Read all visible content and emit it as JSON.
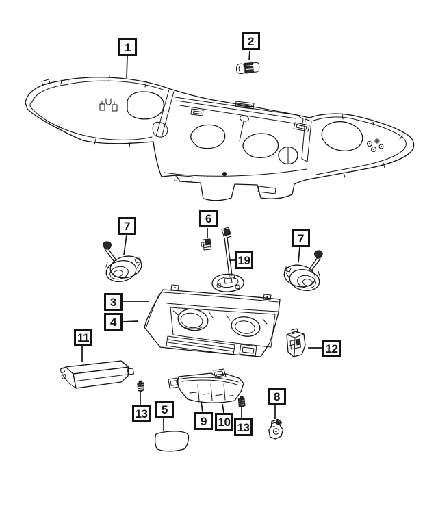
{
  "page": {
    "background": "#ffffff",
    "ink": "#141414"
  },
  "callouts": {
    "c1": {
      "label": "1"
    },
    "c2": {
      "label": "2"
    },
    "c3": {
      "label": "3"
    },
    "c4": {
      "label": "4"
    },
    "c5": {
      "label": "5"
    },
    "c6": {
      "label": "6"
    },
    "c7a": {
      "label": "7"
    },
    "c7b": {
      "label": "7"
    },
    "c8": {
      "label": "8"
    },
    "c9": {
      "label": "9"
    },
    "c10": {
      "label": "10"
    },
    "c11": {
      "label": "11"
    },
    "c12": {
      "label": "12"
    },
    "c13a": {
      "label": "13"
    },
    "c13b": {
      "label": "13"
    },
    "c19": {
      "label": "19"
    }
  }
}
